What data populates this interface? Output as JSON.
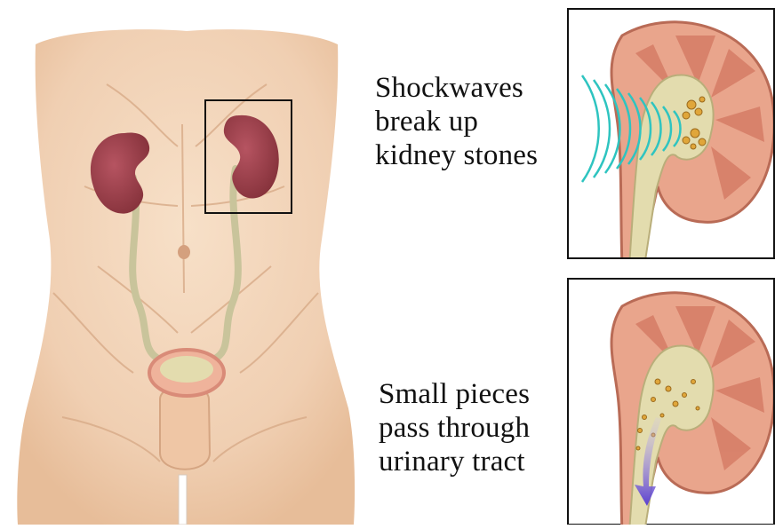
{
  "captions": {
    "shockwaves": [
      "Shockwaves",
      "break up",
      "kidney stones"
    ],
    "passage": [
      "Small pieces",
      "pass through",
      "urinary tract"
    ]
  },
  "colors": {
    "skin": "#f4d7bd",
    "skin_shadow": "#e2b896",
    "kidney": "#9e3f48",
    "ureter": "#c9c49b",
    "cortex": "#e9a58c",
    "pelvis": "#e3dcae",
    "shockwave": "#2ec4c0",
    "stones": "#e0a63a",
    "arrow": "#6f56d6"
  },
  "icons": {
    "torso": "torso-illustration",
    "detail_box": "kidney-highlight-box",
    "panel1": "kidney-shockwave-panel",
    "panel2": "stone-passage-panel"
  }
}
